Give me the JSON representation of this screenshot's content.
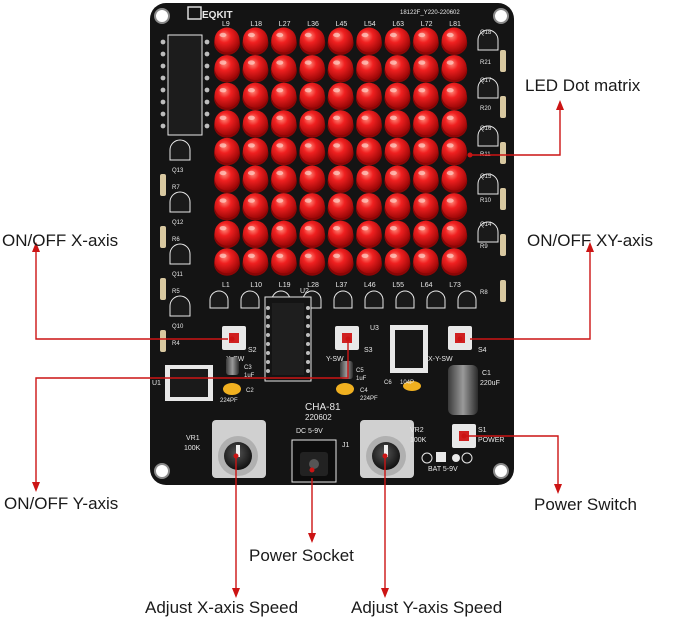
{
  "callouts": {
    "led_matrix": "LED Dot matrix",
    "onoff_x": "ON/OFF X-axis",
    "onoff_xy": "ON/OFF XY-axis",
    "onoff_y": "ON/OFF Y-axis",
    "power_switch": "Power Switch",
    "power_socket": "Power Socket",
    "adjust_x": "Adjust X-axis Speed",
    "adjust_y": "Adjust Y-axis Speed"
  },
  "board": {
    "brand": "EQKIT",
    "serial": "18122F_Y220-220602",
    "model": "CHA-81",
    "model_date": "220602",
    "dc_label": "DC 5-9V",
    "j1": "J1",
    "bat_label": "BAT 5-9V",
    "power_label": "POWER",
    "s1": "S1",
    "s2": "S2",
    "s3": "S3",
    "s4": "S4",
    "x_sw": "X-SW",
    "y_sw": "Y-SW",
    "xy_sw": "X-Y-SW",
    "vr1": "VR1",
    "vr1_val": "100K",
    "vr2": "VR2",
    "vr2_val": "100K",
    "u1": "U1",
    "u2": "U2",
    "u3": "U3",
    "c1": "C1",
    "c1_val": "220uF",
    "c2": "C2",
    "c2_val": "224PF",
    "c3": "C3",
    "c3_val": "1uF",
    "c4": "C4",
    "c4_val": "224PF",
    "c5": "C5",
    "c5_val": "1uF",
    "c6": "C6",
    "c6_val": "104P",
    "top_led_labels": [
      "L9",
      "L18",
      "L27",
      "L36",
      "L45",
      "L54",
      "L63",
      "L72",
      "L81"
    ],
    "bottom_led_labels": [
      "L1",
      "L10",
      "L19",
      "L28",
      "L37",
      "L46",
      "L55",
      "L64",
      "L73"
    ],
    "left_transistors": [
      "Q13",
      "Q12",
      "Q11",
      "Q10"
    ],
    "left_resistors": [
      "R7",
      "R6",
      "R5",
      "R4"
    ],
    "right_transistors": [
      "Q18",
      "Q17",
      "Q16",
      "Q15",
      "Q14"
    ],
    "right_resistors": [
      "R21",
      "R20",
      "R11",
      "R10",
      "R9",
      "R8"
    ]
  },
  "colors": {
    "led": "#e01616",
    "pcb": "#141414",
    "leader": "#cc1414",
    "silk": "#e8e8e8"
  },
  "led_matrix": {
    "rows": 9,
    "cols": 9
  }
}
